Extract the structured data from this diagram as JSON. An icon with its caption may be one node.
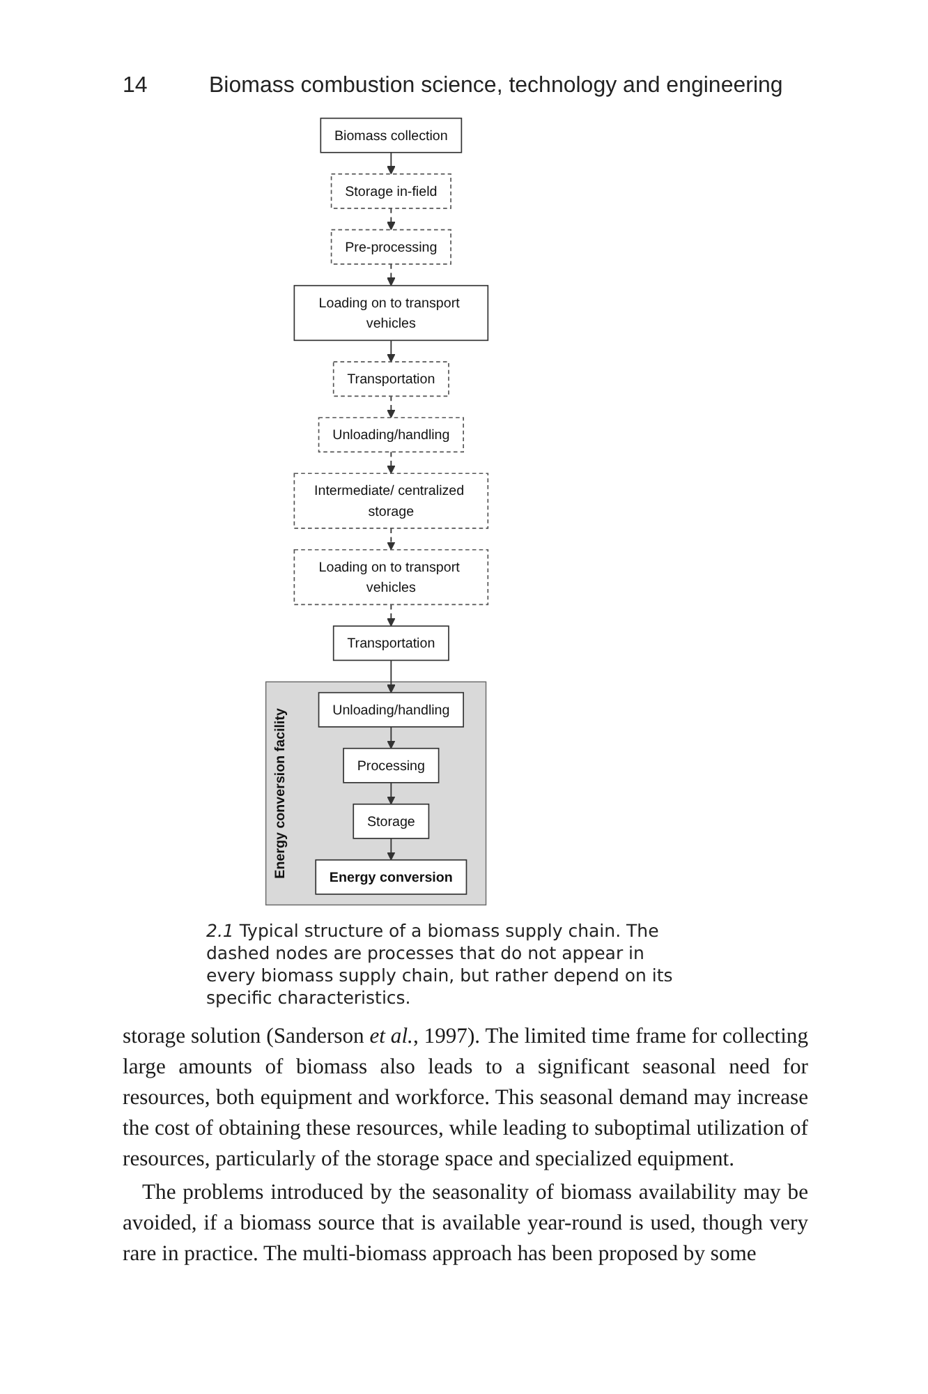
{
  "diagram": {
    "caption": "*2.1* Typical structure of a biomass supply chain. The dashed nodes are processes that do not appear in every biomass supply chain, but rather depend on its specific characteristics.",
    "nodes": [
      {
        "text": [
          "Biomass collection"
        ]
      },
      {
        "text": [
          "Storage in-field"
        ]
      },
      {
        "text": [
          "Pre-processing"
        ]
      },
      {
        "text": [
          "Loading on to transport vehicles"
        ]
      },
      {
        "text": [
          "Transportation"
        ]
      },
      {
        "text": [
          "Unloading/handling"
        ]
      },
      {
        "text": [
          "Intermediate/ centralized storage"
        ]
      },
      {
        "text": [
          "Loading on to transport vehicles"
        ]
      },
      {
        "text": [
          "Transportation"
        ]
      },
      {
        "text": [
          "Energy conversion facility"
        ]
      },
      {
        "text": [
          "Unloading/handling"
        ],
        "in": 9
      },
      {
        "text": [
          "Processing"
        ],
        "in": 9
      },
      {
        "text": [
          "Storage"
        ],
        "in": 9
      },
      {
        "text": [
          "Energy conversion"
        ],
        "in": 9
      }
    ],
    "edges": [
      {
        "from": 0,
        "to": 1,
        "arrow": "to"
      },
      {
        "from": 1,
        "to": 2,
        "arrow": "to",
        "style": "dashed"
      },
      {
        "from": 2,
        "to": 3,
        "arrow": "to",
        "style": "dashed"
      },
      {
        "from": 3,
        "to": 4,
        "arrow": "to"
      },
      {
        "from": 4,
        "to": 5,
        "arrow": "to",
        "style": "dashed"
      },
      {
        "from": 5,
        "to": 6,
        "arrow": "to",
        "style": "dashed"
      },
      {
        "from": 6,
        "to": 7,
        "arrow": "to",
        "style": "dashed"
      },
      {
        "from": 7,
        "to": 8,
        "arrow": "to",
        "style": "dashed"
      },
      {
        "from": 8,
        "to": 10,
        "arrow": "to"
      },
      {
        "from": 10,
        "to": 11,
        "arrow": "to"
      },
      {
        "from": 11,
        "to": 12,
        "arrow": "to"
      },
      {
        "from": 12,
        "to": 13,
        "arrow": "to"
      }
    ],
    "labels": [
      "14",
      "Biomass combustion science, technology and engineering",
      "storage solution (Sanderson *et al.*, 1997). The limited time frame for collecting large amounts of biomass also leads to a significant seasonal need for resources, both equipment and workforce. This seasonal demand may increase the cost of obtaining these resources, while leading to suboptimal utilization of resources, particularly of the storage space and specialized equipment.",
      "The problems introduced by the seasonality of biomass availability may be avoided, if a biomass source that is available year-round is used, though very rare in practice. The multi-biomass approach has been proposed by some"
    ]
  }
}
